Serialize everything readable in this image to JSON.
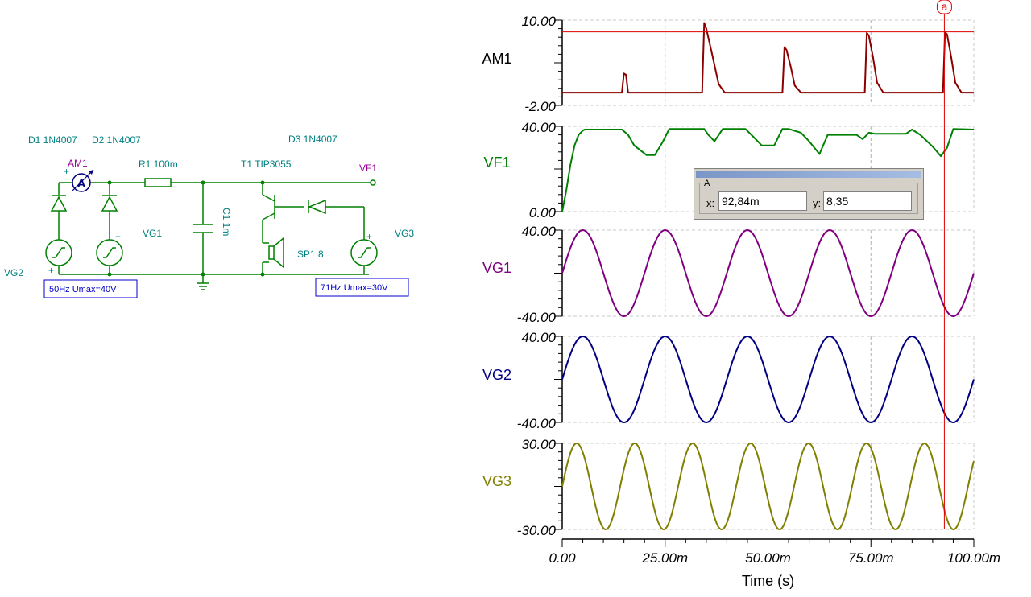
{
  "schematic": {
    "components": {
      "d1": "D1 1N4007",
      "d2": "D2 1N4007",
      "d3": "D3 1N4007",
      "am1": "AM1",
      "ammeter_symbol": "A",
      "r1": "R1 100m",
      "t1": "T1 TIP3055",
      "vf1": "VF1",
      "c1": "C1 1m",
      "vg1": "VG1",
      "vg2": "VG2",
      "vg3": "VG3",
      "sp1": "SP1 8",
      "plus": "+"
    },
    "source_boxes": {
      "left": "50Hz Umax=40V",
      "right": "71Hz Umax=30V"
    },
    "colors": {
      "wire": "#008000",
      "label": "#008080",
      "box": "#0000cc"
    }
  },
  "cursor_dialog": {
    "title": "A",
    "x_label": "x:",
    "x_value": "92,84m",
    "y_label": "y:",
    "y_value": "8,35"
  },
  "cursor_marker": "a",
  "chart_data": {
    "type": "line",
    "xlabel": "Time (s)",
    "x_ticks": [
      "0.00",
      "25.00m",
      "50.00m",
      "75.00m",
      "100.00m"
    ],
    "xlim": [
      0,
      0.1
    ],
    "cursor_x": 0.09284,
    "cursor_y": 8.35,
    "channels": [
      {
        "name": "AM1",
        "color": "#8b0000",
        "ylim": [
          -2,
          10
        ],
        "y_ticks": [
          "10.00",
          "-2.00"
        ],
        "x": [
          0,
          0.0145,
          0.015,
          0.0155,
          0.016,
          0.0165,
          0.034,
          0.0345,
          0.035,
          0.0365,
          0.038,
          0.0395,
          0.0535,
          0.054,
          0.0545,
          0.0555,
          0.0565,
          0.058,
          0.0735,
          0.074,
          0.0745,
          0.0755,
          0.0765,
          0.078,
          0.0925,
          0.093,
          0.0935,
          0.0945,
          0.0955,
          0.097,
          0.1
        ],
        "y": [
          -0.2,
          -0.2,
          2.5,
          2.3,
          -0.2,
          -0.2,
          -0.2,
          9.6,
          8.8,
          5,
          1,
          -0.2,
          -0.2,
          6.2,
          5.8,
          3.5,
          0.8,
          -0.2,
          -0.2,
          8.2,
          7.8,
          4.8,
          1.2,
          -0.2,
          -0.2,
          8.3,
          8,
          4.8,
          1.2,
          -0.2,
          -0.2
        ]
      },
      {
        "name": "VF1",
        "color": "#008000",
        "ylim": [
          0,
          40
        ],
        "y_ticks": [
          "40.00",
          "0.00"
        ],
        "x": [
          0,
          0.001,
          0.002,
          0.003,
          0.004,
          0.005,
          0.0055,
          0.0145,
          0.016,
          0.0175,
          0.0205,
          0.0225,
          0.0245,
          0.026,
          0.0345,
          0.0355,
          0.037,
          0.039,
          0.0445,
          0.0465,
          0.0485,
          0.0515,
          0.0535,
          0.055,
          0.058,
          0.06,
          0.0625,
          0.0645,
          0.0685,
          0.0715,
          0.073,
          0.0745,
          0.076,
          0.0835,
          0.085,
          0.087,
          0.09,
          0.092,
          0.0935,
          0.095,
          0.1
        ],
        "y": [
          0,
          10,
          22,
          31,
          36,
          38,
          38.5,
          38.5,
          36,
          31,
          26.5,
          26.5,
          33,
          38.8,
          38.8,
          36,
          33,
          38.8,
          38.8,
          35,
          31,
          31,
          38.8,
          38.8,
          37,
          33,
          27,
          36,
          36,
          36,
          34,
          37,
          36.5,
          36.5,
          38.5,
          36,
          30.5,
          26,
          30,
          38.8,
          38.5
        ]
      },
      {
        "name": "VG1",
        "color": "#800080",
        "ylim": [
          -40,
          40
        ],
        "y_ticks": [
          "40.00",
          "-40.00"
        ],
        "signal": "sine",
        "frequency_hz": 50,
        "amplitude": 40
      },
      {
        "name": "VG2",
        "color": "#000080",
        "ylim": [
          -40,
          40
        ],
        "y_ticks": [
          "40.00",
          "-40.00"
        ],
        "signal": "sine",
        "frequency_hz": 50,
        "amplitude": 40
      },
      {
        "name": "VG3",
        "color": "#808000",
        "ylim": [
          -30,
          30
        ],
        "y_ticks": [
          "30.00",
          "-30.00"
        ],
        "signal": "sine",
        "frequency_hz": 71,
        "amplitude": 30
      }
    ]
  }
}
